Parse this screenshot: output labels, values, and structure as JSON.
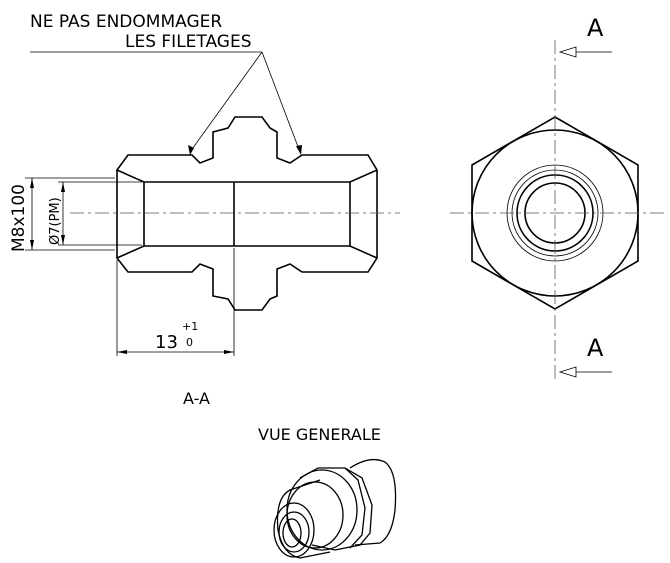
{
  "note": {
    "line1": "NE PAS ENDOMMAGER",
    "line2": "LES FILETAGES"
  },
  "dimensions": {
    "thread": "M8x100",
    "bore": "Ø7(PM)",
    "depth": "13",
    "tol_upper": "+1",
    "tol_lower": "0"
  },
  "section": {
    "label_top": "A",
    "label_bottom": "A",
    "view_title": "A-A"
  },
  "general_view": {
    "title": "VUE GENERALE"
  }
}
